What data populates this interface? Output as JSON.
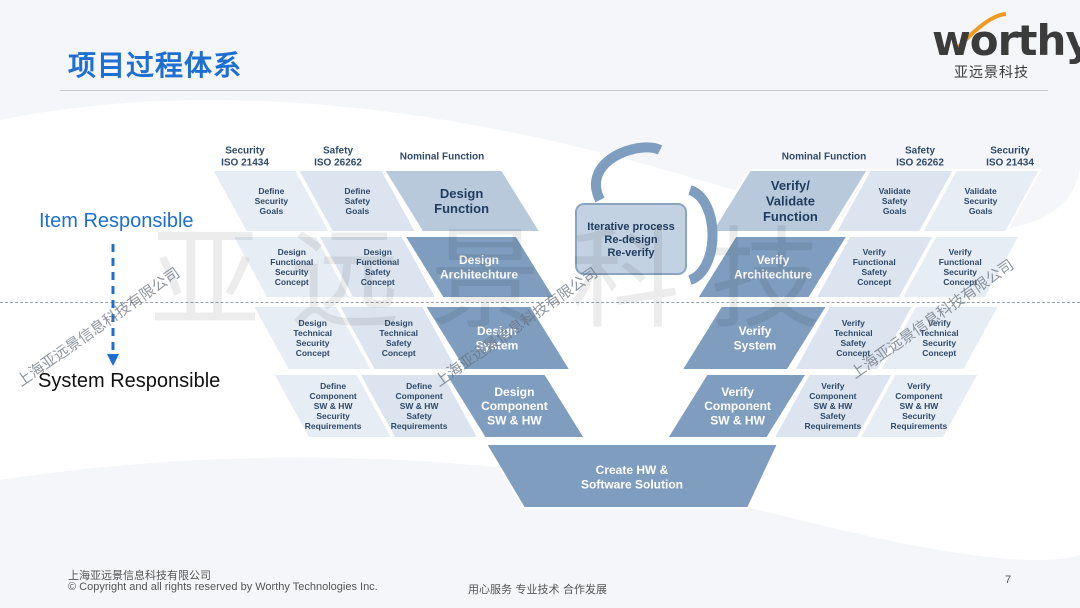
{
  "slide": {
    "title": "项目过程体系",
    "page_number": "7"
  },
  "logo": {
    "word": "worthy",
    "subtitle": "亚远景科技"
  },
  "responsibility": {
    "top": "Item Responsible",
    "bottom": "System Responsible"
  },
  "footer": {
    "company": "上海亚远景信息科技有限公司",
    "copyright": "© Copyright and all rights reserved by Worthy Technologies Inc.",
    "slogan": "用心服务 专业技术 合作发展"
  },
  "watermark": {
    "big": "亚远景科技",
    "small": "上海亚远景信息科技有限公司"
  },
  "vmodel": {
    "headers_left": [
      {
        "line1": "Security",
        "line2": "ISO 21434"
      },
      {
        "line1": "Safety",
        "line2": "ISO 26262"
      },
      {
        "line1": "Nominal Function",
        "line2": ""
      }
    ],
    "headers_right": [
      {
        "line1": "Nominal Function",
        "line2": ""
      },
      {
        "line1": "Safety",
        "line2": "ISO 26262"
      },
      {
        "line1": "Security",
        "line2": "ISO 21434"
      }
    ],
    "rows": [
      {
        "left": [
          [
            "Define",
            "Security",
            "Goals"
          ],
          [
            "Define",
            "Safety",
            "Goals"
          ]
        ],
        "left_main": [
          "Design",
          "Function"
        ],
        "right_main": [
          "Verify/",
          "Validate",
          "Function"
        ],
        "right": [
          [
            "Validate",
            "Safety",
            "Goals"
          ],
          [
            "Validate",
            "Security",
            "Goals"
          ]
        ]
      },
      {
        "left": [
          [
            "Design",
            "Functional",
            "Security",
            "Concept"
          ],
          [
            "Design",
            "Functional",
            "Safety",
            "Concept"
          ]
        ],
        "left_main": [
          "Design",
          "Architechture"
        ],
        "right_main": [
          "Verify",
          "Architechture"
        ],
        "right": [
          [
            "Verify",
            "Functional",
            "Safety",
            "Concept"
          ],
          [
            "Verify",
            "Functional",
            "Security",
            "Concept"
          ]
        ]
      },
      {
        "left": [
          [
            "Design",
            "Technical",
            "Security",
            "Concept"
          ],
          [
            "Design",
            "Technical",
            "Safety",
            "Concept"
          ]
        ],
        "left_main": [
          "Design",
          "System"
        ],
        "right_main": [
          "Verify",
          "System"
        ],
        "right": [
          [
            "Verify",
            "Technical",
            "Safety",
            "Concept"
          ],
          [
            "Verify",
            "Technical",
            "Security",
            "Concept"
          ]
        ]
      },
      {
        "left": [
          [
            "Define",
            "Component",
            "SW & HW",
            "Security",
            "Requirements"
          ],
          [
            "Define",
            "Component",
            "SW & HW",
            "Safety",
            "Requirements"
          ]
        ],
        "left_main": [
          "Design",
          "Component",
          "SW & HW"
        ],
        "right_main": [
          "Verify",
          "Component",
          "SW & HW"
        ],
        "right": [
          [
            "Verify",
            "Component",
            "SW & HW",
            "Safety",
            "Requirements"
          ],
          [
            "Verify",
            "Component",
            "SW & HW",
            "Security",
            "Requirements"
          ]
        ]
      }
    ],
    "bottom": [
      "Create HW &",
      "Software Solution"
    ],
    "iterative": [
      "Iterative process",
      "Re-design",
      "Re-verify"
    ]
  },
  "colors": {
    "accent": "#1f6fd1",
    "main_cell": "#7f9dbf",
    "mid_cell": "#b9c9dc",
    "light_cell": "#e7edf4",
    "logo_orange": "#f29a1f"
  }
}
